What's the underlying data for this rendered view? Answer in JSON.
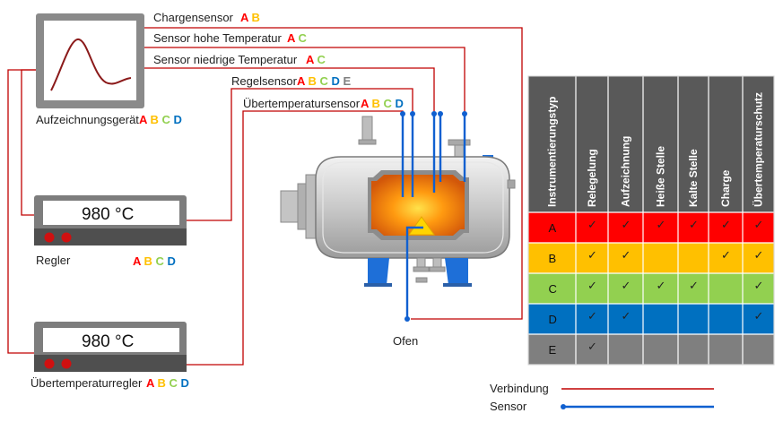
{
  "colors": {
    "A": "#ff0000",
    "B": "#ffc000",
    "C": "#92d050",
    "D": "#0070c0",
    "E": "#7f7f7f",
    "connection": "#c00000",
    "sensor": "#1060d0",
    "header_bg": "#595959"
  },
  "labels": {
    "charge_sensor": "Chargensensor",
    "high_temp_sensor": "Sensor hohe Temperatur",
    "low_temp_sensor": "Sensor niedrige Temperatur",
    "control_sensor": "Regelsensor",
    "overtemp_sensor": "Übertemperatursensor",
    "recorder": "Aufzeichnungsgerät",
    "controller": "Regler",
    "overtemp_controller": "Übertemperaturregler",
    "furnace": "Ofen"
  },
  "letters": {
    "charge_sensor": [
      "A",
      "B"
    ],
    "high_temp_sensor": [
      "A",
      "C"
    ],
    "low_temp_sensor": [
      "A",
      "C"
    ],
    "control_sensor": [
      "A",
      "B",
      "C",
      "D",
      "E"
    ],
    "overtemp_sensor": [
      "A",
      "B",
      "C",
      "D"
    ],
    "recorder": [
      "A",
      "B",
      "C",
      "D"
    ],
    "controller": [
      "A",
      "B",
      "C",
      "D"
    ],
    "overtemp_controller": [
      "A",
      "B",
      "C",
      "D"
    ]
  },
  "displays": {
    "controller": "980 °C",
    "overtemp_controller": "980 °C"
  },
  "table": {
    "headers": [
      "Instrumentierungstyp",
      "Relegelung",
      "Aufzeichnung",
      "Heiße Stelle",
      "Kalte Stelle",
      "Charge",
      "Übertemperaturschutz"
    ],
    "check": "✓",
    "rows": [
      {
        "type": "A",
        "checks": [
          true,
          true,
          true,
          true,
          true,
          true
        ]
      },
      {
        "type": "B",
        "checks": [
          true,
          true,
          false,
          false,
          true,
          true
        ]
      },
      {
        "type": "C",
        "checks": [
          true,
          true,
          true,
          true,
          false,
          true
        ]
      },
      {
        "type": "D",
        "checks": [
          true,
          true,
          false,
          false,
          false,
          true
        ]
      },
      {
        "type": "E",
        "checks": [
          true,
          false,
          false,
          false,
          false,
          false
        ]
      }
    ]
  },
  "legend": {
    "connection": "Verbindung",
    "sensor": "Sensor"
  }
}
